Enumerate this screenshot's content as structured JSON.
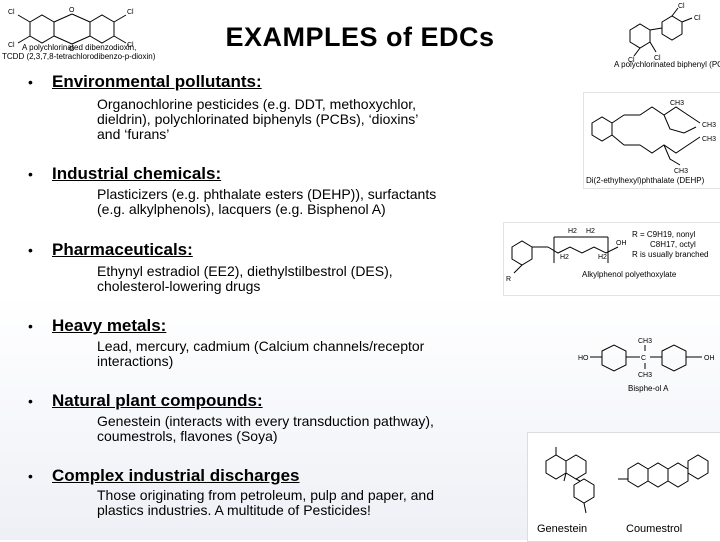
{
  "title": "EXAMPLES of EDCs",
  "sections": [
    {
      "heading": "Environmental pollutants:",
      "lines": [
        "Organochlorine pesticides (e.g. DDT, methoxychlor,",
        "dieldrin), polychlorinated biphenyls (PCBs), ‘dioxins’",
        "and ‘furans’"
      ]
    },
    {
      "heading": "Industrial chemicals:",
      "lines": [
        "Plasticizers (e.g. phthalate esters (DEHP)), surfactants",
        "(e.g. alkylphenols), lacquers (e.g. Bisphenol A)"
      ]
    },
    {
      "heading": "Pharmaceuticals:",
      "lines": [
        "Ethynyl estradiol (EE2), diethylstilbestrol (DES),",
        "cholesterol-lowering drugs"
      ]
    },
    {
      "heading": "Heavy metals:",
      "lines": [
        "Lead, mercury, cadmium (Calcium channels/receptor",
        "interactions)"
      ]
    },
    {
      "heading": "Natural plant compounds:",
      "lines": [
        "Genestein (interacts with every transduction pathway),",
        "coumestrols, flavones (Soya)"
      ]
    },
    {
      "heading": "Complex industrial discharges",
      "lines": [
        "Those originating from petroleum, pulp and paper, and",
        "plastics industries. A multitude of Pesticides!"
      ]
    }
  ],
  "bullet_char": "•",
  "structures": {
    "dioxin": {
      "caption1": "A polychlorinated dibenzodioxin,",
      "caption2": "TCDD (2,3,7,8-tetrachlorodibenzo-p-dioxin)",
      "atom_cl": "Cl",
      "atom_o": "O"
    },
    "pcb": {
      "caption": "A polychlorinated biphenyl (PCB)",
      "atom_cl": "Cl"
    },
    "dehp": {
      "caption": "Di(2-ethylhexyl)phthalate (DEHP)",
      "ch3": "CH3"
    },
    "alkylphenol": {
      "caption": "Alkylphenol polyethoxylate",
      "r_line1": "R = C9H19, nonyl",
      "r_line2": "C8H17, octyl",
      "r_line3": "R is usually branched",
      "h2": "H2",
      "oh": "OH",
      "r": "R"
    },
    "bisphenol": {
      "caption": "Bisphe-ol A",
      "ho": "HO",
      "oh": "OH",
      "ch3": "CH3",
      "c": "C"
    },
    "genestein": {
      "caption": "Genestein"
    },
    "coumestrol": {
      "caption": "Coumestrol"
    }
  }
}
